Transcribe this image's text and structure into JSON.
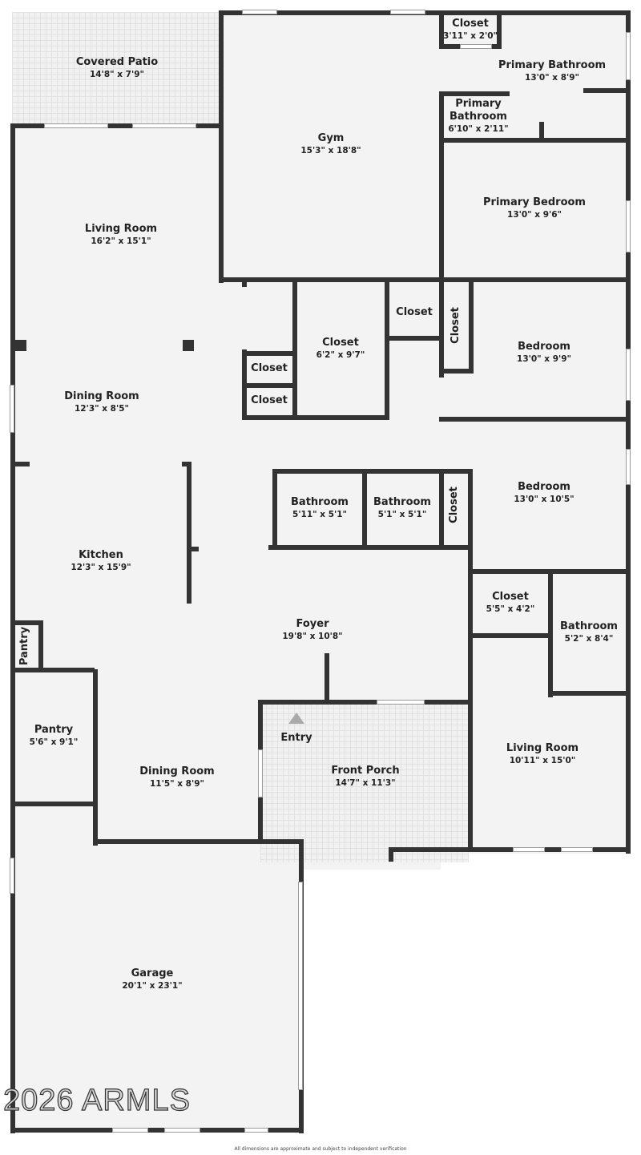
{
  "rooms": [
    {
      "name": "Covered Patio",
      "dim": "14'8\" x 7'9\""
    },
    {
      "name": "Gym",
      "dim": "15'3\" x 18'8\""
    },
    {
      "name": "Closet",
      "dim": "3'11\" x 2'0\""
    },
    {
      "name": "Primary Bathroom",
      "dim": "13'0\" x 8'9\""
    },
    {
      "name": "Primary Bathroom",
      "dim": "6'10\" x 2'11\""
    },
    {
      "name": "Primary Bedroom",
      "dim": "13'0\" x 9'6\""
    },
    {
      "name": "Living Room",
      "dim": "16'2\" x 15'1\""
    },
    {
      "name": "Closet",
      "dim": ""
    },
    {
      "name": "Closet",
      "dim": "6'2\" x 9'7\""
    },
    {
      "name": "Closet",
      "dim": ""
    },
    {
      "name": "Bedroom",
      "dim": "13'0\" x 9'9\""
    },
    {
      "name": "Closet",
      "dim": ""
    },
    {
      "name": "Closet",
      "dim": ""
    },
    {
      "name": "Dining Room",
      "dim": "12'3\" x 8'5\""
    },
    {
      "name": "Bathroom",
      "dim": "5'11\" x 5'1\""
    },
    {
      "name": "Bathroom",
      "dim": "5'1\" x 5'1\""
    },
    {
      "name": "Closet",
      "dim": ""
    },
    {
      "name": "Bedroom",
      "dim": "13'0\" x 10'5\""
    },
    {
      "name": "Kitchen",
      "dim": "12'3\" x 15'9\""
    },
    {
      "name": "Closet",
      "dim": "5'5\" x 4'2\""
    },
    {
      "name": "Bathroom",
      "dim": "5'2\" x 8'4\""
    },
    {
      "name": "Foyer",
      "dim": "19'8\" x 10'8\""
    },
    {
      "name": "Pantry",
      "dim": ""
    },
    {
      "name": "Entry",
      "dim": ""
    },
    {
      "name": "Pantry",
      "dim": "5'6\" x 9'1\""
    },
    {
      "name": "Front Porch",
      "dim": "14'7\" x 11'3\""
    },
    {
      "name": "Living Room",
      "dim": "10'11\" x 15'0\""
    },
    {
      "name": "Dining Room",
      "dim": "11'5\" x 8'9\""
    },
    {
      "name": "Garage",
      "dim": "20'1\" x 23'1\""
    }
  ],
  "watermark": "2026 ARMLS",
  "footer": "All dimensions are approximate and subject to independent verification"
}
